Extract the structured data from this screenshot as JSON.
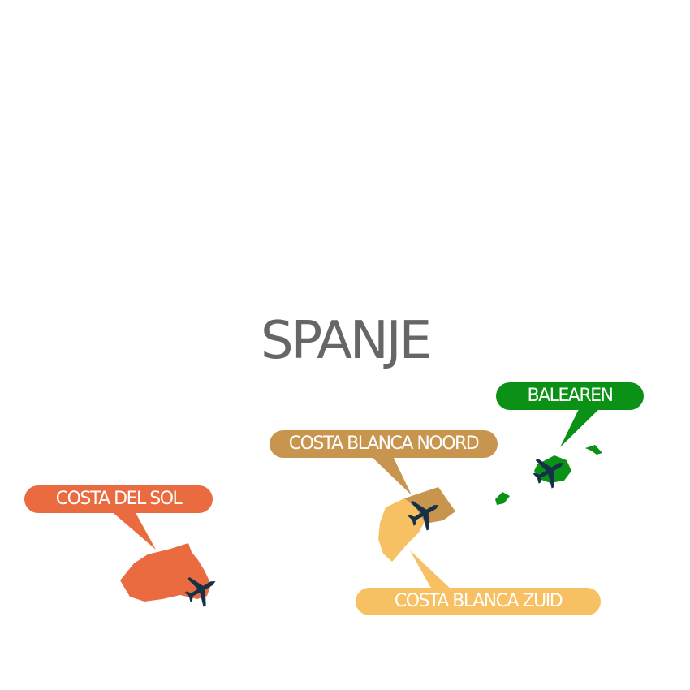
{
  "title": "SPANJE",
  "regions": [
    {
      "id": "costa-del-sol",
      "label": "COSTA DEL SOL",
      "color": "#eb6b40",
      "airport": true
    },
    {
      "id": "costa-blanca-noord",
      "label": "COSTA BLANCA NOORD",
      "color": "#c8954f",
      "airport": true
    },
    {
      "id": "costa-blanca-zuid",
      "label": "COSTA BLANCA ZUID",
      "color": "#f7c062",
      "airport": false
    },
    {
      "id": "balearen",
      "label": "BALEAREN",
      "color": "#0b9115",
      "airport": true
    }
  ],
  "icons": {
    "airport": "airplane-icon"
  },
  "colors": {
    "title": "#666666",
    "airplane": "#16304a",
    "label_text": "#ffffff"
  }
}
